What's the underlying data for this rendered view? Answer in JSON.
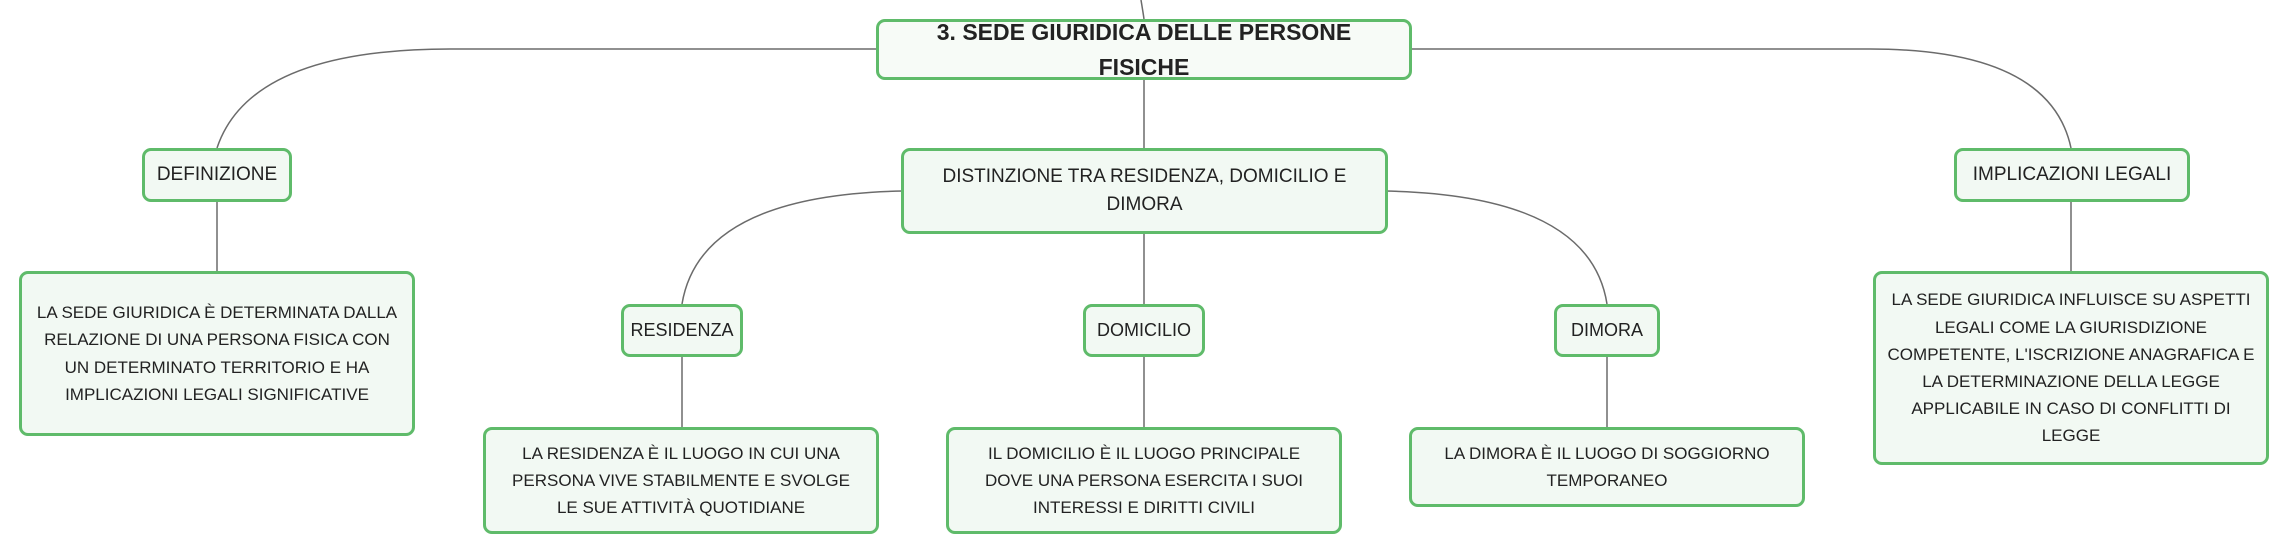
{
  "accent_color": "#5fbb6a",
  "line_color": "#6b6b6b",
  "root": {
    "label": "3. SEDE GIURIDICA DELLE PERSONE FISICHE"
  },
  "definizione": {
    "label": "DEFINIZIONE",
    "text": "LA SEDE GIURIDICA È DETERMINATA DALLA RELAZIONE DI UNA PERSONA FISICA CON UN DETERMINATO TERRITORIO E HA IMPLICAZIONI LEGALI SIGNIFICATIVE"
  },
  "distinzione": {
    "label": "DISTINZIONE TRA RESIDENZA, DOMICILIO E DIMORA",
    "residenza": {
      "label": "RESIDENZA",
      "text": "LA RESIDENZA È IL LUOGO IN CUI UNA PERSONA VIVE STABILMENTE E SVOLGE LE SUE ATTIVITÀ QUOTIDIANE"
    },
    "domicilio": {
      "label": "DOMICILIO",
      "text": "IL DOMICILIO È IL LUOGO PRINCIPALE DOVE UNA PERSONA ESERCITA I SUOI INTERESSI E DIRITTI CIVILI"
    },
    "dimora": {
      "label": "DIMORA",
      "text": "LA DIMORA È IL LUOGO DI SOGGIORNO TEMPORANEO"
    }
  },
  "implicazioni": {
    "label": "IMPLICAZIONI LEGALI",
    "text": "LA SEDE GIURIDICA INFLUISCE SU ASPETTI LEGALI COME LA GIURISDIZIONE COMPETENTE, L'ISCRIZIONE ANAGRAFICA E LA DETERMINAZIONE DELLA LEGGE APPLICABILE IN CASO DI CONFLITTI DI LEGGE"
  }
}
